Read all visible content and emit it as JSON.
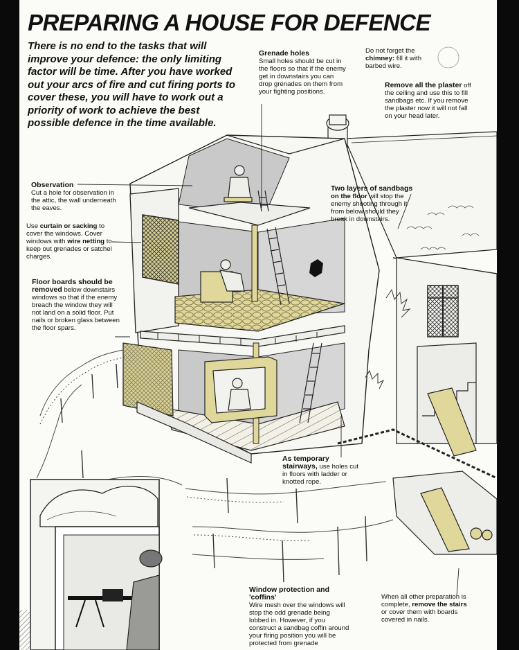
{
  "title": "PREPARING A HOUSE FOR DEFENCE",
  "intro": "There is no end to the tasks that will improve your defence: the only limiting factor will be time. After you have worked out your arcs of fire and cut firing ports to cover these, you will have to work out a priority of work to achieve the best possible defence in the time available.",
  "callouts": {
    "grenade_holes": {
      "heading": "Grenade holes",
      "text": "Small holes should be cut in the floors so that if the enemy get in downstairs you can drop grenades on them from your fighting positions."
    },
    "chimney": {
      "pre": "Do not forget the",
      "bold": "chimney:",
      "post": "fill it with barbed wire."
    },
    "plaster": {
      "heading": "Remove all the plaster",
      "text": "off the ceiling and use this to fill sandbags etc. If you remove the plaster now it will not fall on your head later."
    },
    "observation": {
      "heading": "Observation",
      "text": "Cut a hole for observation in the attic, the wall underneath the eaves."
    },
    "sandbags": {
      "heading": "Two layers of sandbags",
      "bold_tail": "on the floor",
      "text": "will stop the enemy shooting through it from below should they break in downstairs."
    },
    "curtain": {
      "pre": "Use",
      "bold1": "curtain or sacking",
      "mid": "to cover the windows. Cover windows with",
      "bold2": "wire netting",
      "post": "to keep out grenades or satchel charges."
    },
    "floorboards": {
      "heading": "Floor boards should be removed",
      "text": "below downstairs windows so that if the enemy breach the window they will not land on a solid floor. Put nails or broken glass between the floor spars."
    },
    "stairways": {
      "heading": "As temporary stairways,",
      "text": "use holes cut in floors with ladder or knotted rope."
    },
    "window_protection": {
      "heading": "Window protection and 'coffins'",
      "text": "Wire mesh over the windows will stop the odd grenade being lobbed in. However, if you construct a sandbag coffin around your firing position you will be protected from grenade"
    },
    "stairs": {
      "pre": "When all other preparation is complete,",
      "bold": "remove the stairs",
      "post": "or cover them with boards covered in nails."
    }
  },
  "colors": {
    "sandbag": "#e0d79a",
    "ink": "#111111",
    "wall_shade": "#c9c9c9",
    "paper": "#fbfbf8"
  }
}
